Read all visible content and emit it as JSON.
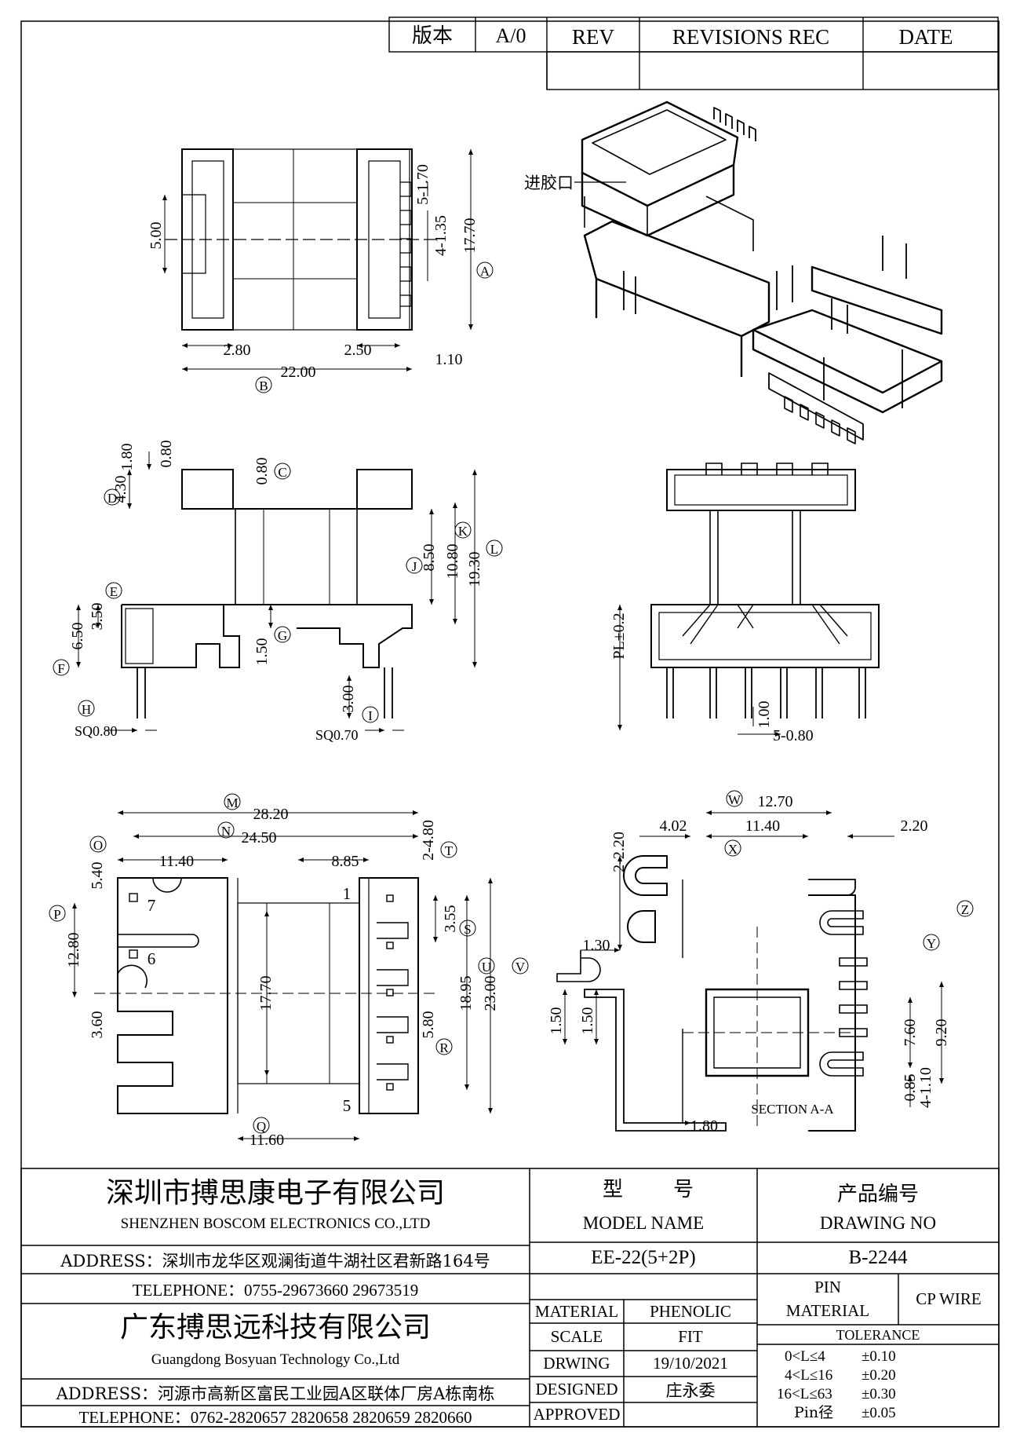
{
  "revision_block": {
    "version_label": "版本",
    "version_value": "A/0",
    "rev_header": "REV",
    "revisions_header": "REVISIONS REC",
    "date_header": "DATE"
  },
  "views": {
    "inlet_label": "进胶口",
    "top_view": {
      "dims": [
        "5.00",
        "5-1.70",
        "4-1.35",
        "17.70",
        "2.80",
        "2.50",
        "1.10",
        "22.00"
      ],
      "callouts": [
        "A",
        "B"
      ]
    },
    "front_view": {
      "dims": [
        "1.80",
        "0.80",
        "4.30",
        "0.80",
        "8.50",
        "10.80",
        "19.30",
        "3.50",
        "6.50",
        "1.50",
        "3.00",
        "SQ0.80",
        "SQ0.70"
      ],
      "callouts": [
        "C",
        "D",
        "E",
        "F",
        "G",
        "H",
        "I",
        "J",
        "K",
        "L"
      ]
    },
    "side_view": {
      "dims": [
        "PL±0.2",
        "1.00",
        "5-0.80"
      ]
    },
    "bottom_view": {
      "dims": [
        "28.20",
        "24.50",
        "11.40",
        "8.85",
        "5.40",
        "2-4.80",
        "12.80",
        "3.55",
        "17.70",
        "18.95",
        "23.00",
        "3.60",
        "5.80",
        "11.60"
      ],
      "callouts": [
        "M",
        "N",
        "O",
        "P",
        "Q",
        "R",
        "S",
        "T",
        "U",
        "V"
      ],
      "pin_numbers": [
        "1",
        "5",
        "6",
        "7"
      ]
    },
    "section_view": {
      "dims": [
        "12.70",
        "4.02",
        "11.40",
        "2.20",
        "2-2.20",
        "1.30",
        "7.60",
        "9.20",
        "1.50",
        "1.50",
        "0.85",
        "4-1.10",
        "1.80"
      ],
      "callouts": [
        "W",
        "X",
        "Y",
        "Z"
      ],
      "caption": "SECTION A-A"
    }
  },
  "title_block": {
    "company_cn": "深圳市搏思康电子有限公司",
    "company_en": "SHENZHEN BOSCOM ELECTRONICS CO.,LTD",
    "address1": "ADDRESS：深圳市龙华区观澜街道牛湖社区君新路164号",
    "telephone1": "TELEPHONE：0755-29673660 29673519",
    "company2_cn": "广东搏思远科技有限公司",
    "company2_en": "Guangdong Bosyuan Technology Co.,Ltd",
    "address2": "ADDRESS：河源市高新区富民工业园A区联体厂房A栋南栋",
    "telephone2": "TELEPHONE：0762-2820657 2820658 2820659 2820660",
    "model_label_cn_1": "型",
    "model_label_cn_2": "号",
    "model_label_en": "MODEL NAME",
    "model_value": "EE-22(5+2P)",
    "drawing_label_cn": "产品编号",
    "drawing_label_en": "DRAWING NO",
    "drawing_value": "B-2244",
    "material_label": "MATERIAL",
    "material_value": "PHENOLIC",
    "scale_label": "SCALE",
    "scale_value": "FIT",
    "drawing_date_label": "DRWING",
    "drawing_date_value": "19/10/2021",
    "designed_label": "DESIGNED",
    "designed_value": "庄永委",
    "approved_label": "APPROVED",
    "approved_value": "",
    "pin_material_label_1": "PIN",
    "pin_material_label_2": "MATERIAL",
    "pin_material_value": "CP WIRE",
    "tolerance_label": "TOLERANCE",
    "tolerances": [
      {
        "range": "0<L≤4",
        "value": "±0.10"
      },
      {
        "range": "4<L≤16",
        "value": "±0.20"
      },
      {
        "range": "16<L≤63",
        "value": "±0.30"
      },
      {
        "range": "Pin径",
        "value": "±0.05"
      }
    ]
  }
}
